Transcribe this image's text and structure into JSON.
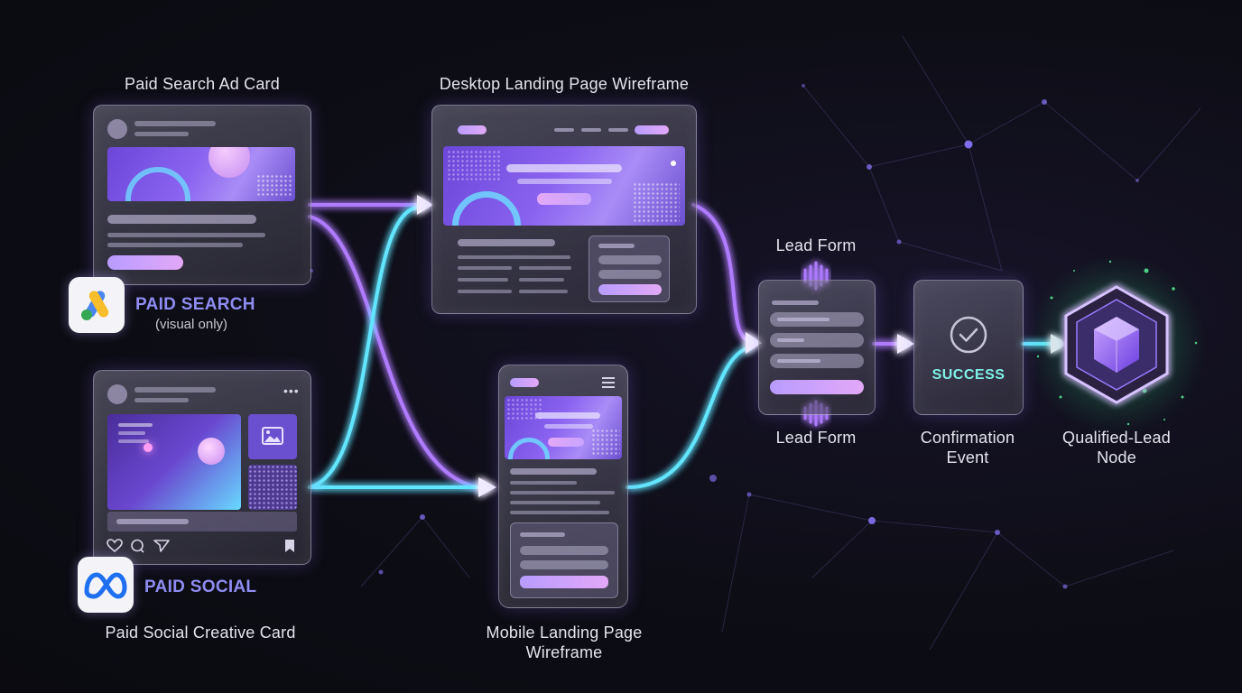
{
  "labels": {
    "paid_search_card": "Paid Search Ad Card",
    "desktop_wireframe": "Desktop Landing Page Wireframe",
    "lead_form_top": "Lead Form",
    "lead_form_bottom": "Lead Form",
    "confirmation_line1": "Confirmation",
    "confirmation_line2": "Event",
    "qualified_line1": "Qualified-Lead",
    "qualified_line2": "Node",
    "paid_social_card": "Paid Social Creative Card",
    "mobile_line1": "Mobile Landing Page",
    "mobile_line2": "Wireframe"
  },
  "badges": {
    "paid_search": "PAID SEARCH",
    "paid_search_note": "(visual only)",
    "paid_social": "PAID SOCIAL"
  },
  "confirmation": {
    "status": "SUCCESS"
  },
  "colors": {
    "violet_flow": "#b07cff",
    "cyan_flow": "#62e6ff",
    "success_text": "#7ff0e6",
    "brand_label": "#8f8cf2",
    "node_glow": "#4cff9a"
  },
  "icons": [
    "google-ads-icon",
    "meta-icon",
    "image-icon",
    "heart-icon",
    "comment-icon",
    "send-icon",
    "bookmark-icon",
    "check-circle-icon",
    "gem-icon"
  ]
}
